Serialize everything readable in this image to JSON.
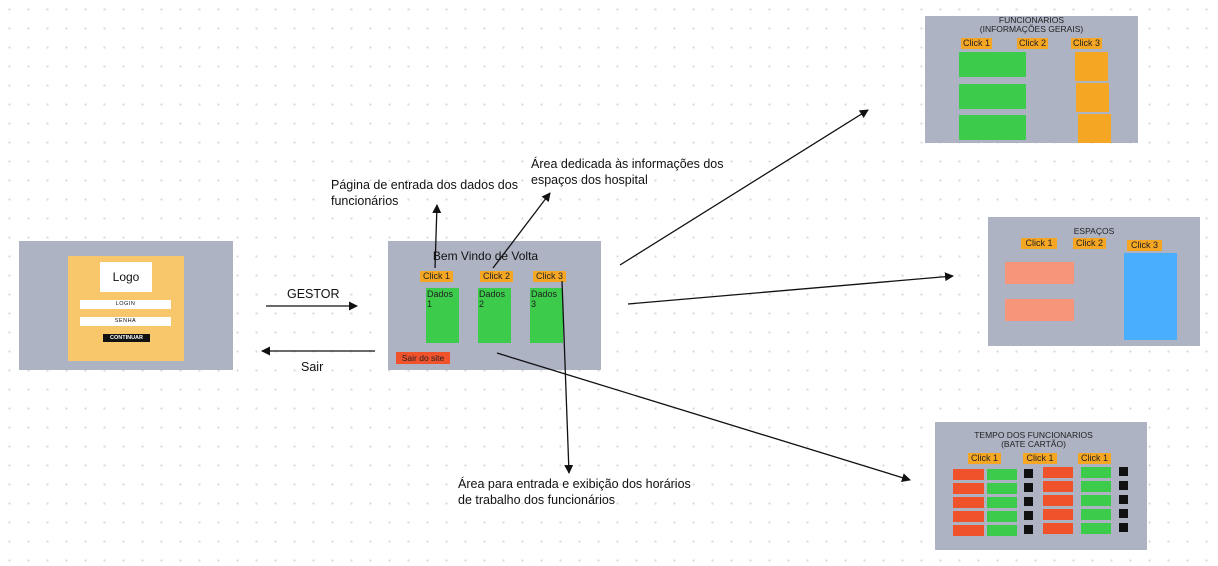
{
  "login": {
    "logo": "Logo",
    "login_field": "LOGIN",
    "password_field": "SENHA",
    "continue_button": "CONTINUAR"
  },
  "flow": {
    "gestor": "GESTOR",
    "sair": "Sair"
  },
  "home": {
    "title": "Bem Vindo de Volta",
    "clicks": [
      "Click 1",
      "Click 2",
      "Click 3"
    ],
    "data": [
      "Dados 1",
      "Dados 2",
      "Dados 3"
    ],
    "exit_button": "Sair do site"
  },
  "notes": {
    "staff_entry": [
      "Página de entrada dos dados dos",
      "funcionários"
    ],
    "spaces_info": [
      "Área dedicada às informações dos",
      "espaços dos hospital"
    ],
    "schedules": [
      "Área para entrada e exibição dos horários",
      "de trabalho dos funcionários"
    ]
  },
  "staff_page": {
    "title": [
      "FUNCIONARIOS",
      "(INFORMAÇÕES GERAIS)"
    ],
    "clicks": [
      "Click 1",
      "Click 2",
      "Click 3"
    ]
  },
  "spaces_page": {
    "title": "ESPAÇOS",
    "clicks": [
      "Click 1",
      "Click 2",
      "Click 3"
    ]
  },
  "time_page": {
    "title": [
      "TEMPO DOS FUNCIONARIOS",
      "(BATE CARTÃO)"
    ],
    "clicks": [
      "Click 1",
      "Click 1",
      "Click 1"
    ]
  },
  "colors": {
    "panel": "#adb3c3",
    "login_card": "#f8c66b",
    "label": "#f5a623",
    "green": "#3ccb4a",
    "orange": "#f5a623",
    "salmon": "#f7957a",
    "blue": "#4aaeff",
    "red": "#f0522c"
  }
}
